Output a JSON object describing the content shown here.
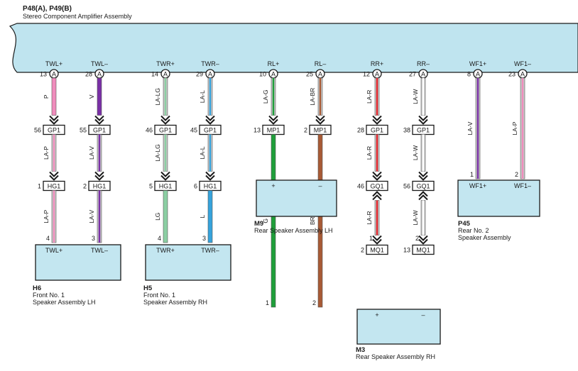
{
  "header": {
    "connectors": "P48(A), P49(B)",
    "title": "Stereo Component Amplifier Assembly"
  },
  "amp_connector": "A",
  "colors": {
    "amp_fill": "#bfe4ef",
    "speaker_fill": "#c3e6f0",
    "outline": "#1a1a1a",
    "P": "#f08cbc",
    "V": "#7a2fa6",
    "LG": "#8ccfa3",
    "L": "#35a3dc",
    "G": "#1f9e3a",
    "BR": "#a85a35",
    "R": "#e3232a",
    "W": "#ffffff",
    "LA": "#c8c8c8"
  },
  "wires": [
    {
      "id": "twl-plus",
      "signal": "TWL+",
      "amp_pin": "13",
      "top_color": "P",
      "segments": [
        {
          "conn": "GP1",
          "pin": "56",
          "color": "LA-P"
        },
        {
          "conn": "HG1",
          "pin": "1",
          "color": "LA-P"
        }
      ],
      "end_pin": "4",
      "end_color": "LA-P"
    },
    {
      "id": "twl-minus",
      "signal": "TWL–",
      "amp_pin": "28",
      "top_color": "V",
      "segments": [
        {
          "conn": "GP1",
          "pin": "55",
          "color": "LA-V"
        },
        {
          "conn": "HG1",
          "pin": "2",
          "color": "LA-V"
        }
      ],
      "end_pin": "3",
      "end_color": "LA-V"
    },
    {
      "id": "twr-plus",
      "signal": "TWR+",
      "amp_pin": "14",
      "top_color": "LA-LG",
      "segments": [
        {
          "conn": "GP1",
          "pin": "46",
          "color": "LA-LG"
        },
        {
          "conn": "HG1",
          "pin": "5",
          "color": "LG"
        }
      ],
      "end_pin": "4",
      "end_color": "LG"
    },
    {
      "id": "twr-minus",
      "signal": "TWR–",
      "amp_pin": "29",
      "top_color": "LA-L",
      "segments": [
        {
          "conn": "GP1",
          "pin": "45",
          "color": "LA-L"
        },
        {
          "conn": "HG1",
          "pin": "6",
          "color": "L"
        }
      ],
      "end_pin": "3",
      "end_color": "L"
    },
    {
      "id": "rl-plus",
      "signal": "RL+",
      "amp_pin": "10",
      "top_color": "LA-G",
      "segments": [
        {
          "conn": "MP1",
          "pin": "13",
          "color": "G"
        }
      ],
      "end_pin": "1",
      "end_color": "G"
    },
    {
      "id": "rl-minus",
      "signal": "RL–",
      "amp_pin": "25",
      "top_color": "LA-BR",
      "segments": [
        {
          "conn": "MP1",
          "pin": "2",
          "color": "BR"
        }
      ],
      "end_pin": "2",
      "end_color": "BR"
    },
    {
      "id": "rr-plus",
      "signal": "RR+",
      "amp_pin": "12",
      "top_color": "LA-R",
      "segments": [
        {
          "conn": "GP1",
          "pin": "28",
          "color": "LA-R"
        },
        {
          "conn": "GQ1",
          "pin": "46",
          "color": "LA-R"
        },
        {
          "conn": "MQ1",
          "pin": "2",
          "color": "R"
        }
      ],
      "end_pin": "1",
      "end_color": "R"
    },
    {
      "id": "rr-minus",
      "signal": "RR–",
      "amp_pin": "27",
      "top_color": "LA-W",
      "segments": [
        {
          "conn": "GP1",
          "pin": "38",
          "color": "LA-W"
        },
        {
          "conn": "GQ1",
          "pin": "56",
          "color": "LA-W"
        },
        {
          "conn": "MQ1",
          "pin": "13",
          "color": "W"
        }
      ],
      "end_pin": "2",
      "end_color": "W"
    },
    {
      "id": "wf1-plus",
      "signal": "WF1+",
      "amp_pin": "8",
      "top_color": "LA-V",
      "segments": [],
      "end_pin": "1",
      "end_color": "LA-V"
    },
    {
      "id": "wf1-minus",
      "signal": "WF1–",
      "amp_pin": "23",
      "top_color": "LA-P",
      "segments": [],
      "end_pin": "2",
      "end_color": "LA-P"
    }
  ],
  "speakers": [
    {
      "id": "h6",
      "code": "H6",
      "line1": "Front No.  1",
      "line2": "Speaker Assembly LH",
      "term_plus": "TWL+",
      "term_minus": "TWL–"
    },
    {
      "id": "h5",
      "code": "H5",
      "line1": "Front No.  1",
      "line2": "Speaker Assembly RH",
      "term_plus": "TWR+",
      "term_minus": "TWR–"
    },
    {
      "id": "m9",
      "code": "M9",
      "line1": "Rear Speaker Assembly LH",
      "line2": "",
      "term_plus": "+",
      "term_minus": "–"
    },
    {
      "id": "p45",
      "code": "P45",
      "line1": "Rear No.  2",
      "line2": "Speaker Assembly",
      "term_plus": "WF1+",
      "term_minus": "WF1–"
    },
    {
      "id": "m3",
      "code": "M3",
      "line1": "Rear Speaker Assembly RH",
      "line2": "",
      "term_plus": "+",
      "term_minus": "–"
    }
  ]
}
